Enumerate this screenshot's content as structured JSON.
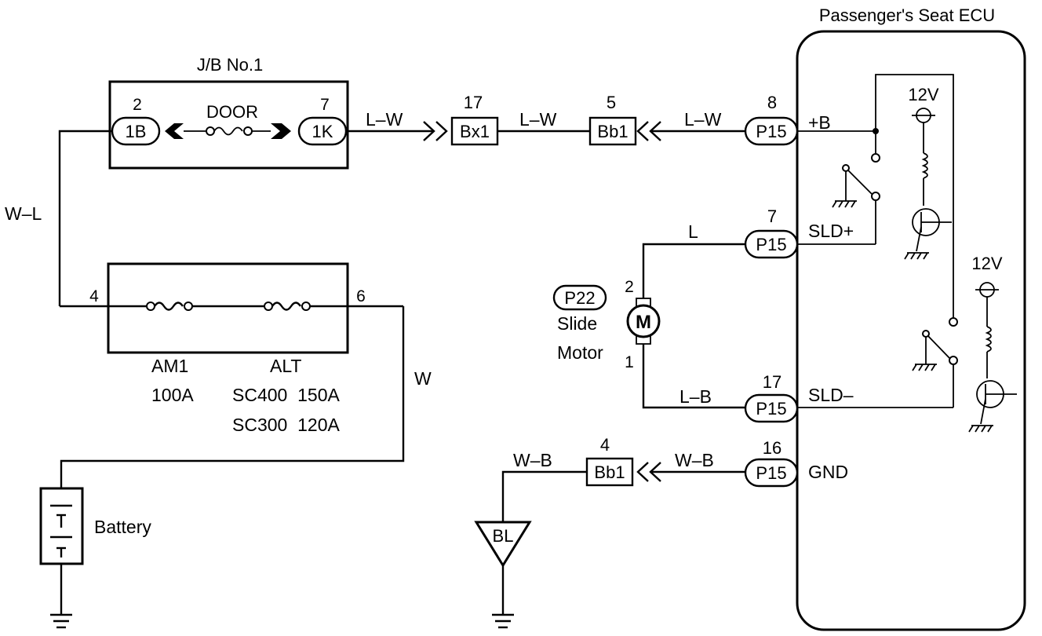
{
  "ecu": {
    "title": "Passenger's Seat ECU",
    "terminals": {
      "plus_b": "+B",
      "sld_plus": "SLD+",
      "sld_minus": "SLD–",
      "gnd": "GND"
    },
    "supply_upper": "12V",
    "supply_lower": "12V"
  },
  "junction_block": {
    "title": "J/B No.1",
    "left_pin": "2",
    "left_connector": "1B",
    "fuse_label": "DOOR",
    "right_pin": "7",
    "right_connector": "1K"
  },
  "fuse_block": {
    "left_pin": "4",
    "right_pin": "6",
    "am1_name": "AM1",
    "am1_rating": "100A",
    "alt_name": "ALT",
    "alt_sc400": "SC400  150A",
    "alt_sc300": "SC300  120A"
  },
  "connectors": {
    "bx1": {
      "pin": "17",
      "name": "Bx1"
    },
    "bb1_upper": {
      "pin": "5",
      "name": "Bb1"
    },
    "p15_plus_b": {
      "pin": "8",
      "name": "P15"
    },
    "p15_sld_plus": {
      "pin": "7",
      "name": "P15"
    },
    "p15_sld_minus": {
      "pin": "17",
      "name": "P15"
    },
    "p15_gnd": {
      "pin": "16",
      "name": "P15"
    },
    "bb1_lower": {
      "pin": "4",
      "name": "Bb1"
    }
  },
  "wires": {
    "jb_to_bx1": "L–W",
    "bx1_to_bb1": "L–W",
    "bb1_to_p15": "L–W",
    "battery_feed": "W–L",
    "alt_to_battery": "W",
    "sld_plus_wire": "L",
    "sld_minus_wire": "L–B",
    "gnd_wire_ecu": "W–B",
    "gnd_wire_ground": "W–B"
  },
  "motor": {
    "connector": "P22",
    "name_line1": "Slide",
    "name_line2": "Motor",
    "symbol": "M",
    "pin_top": "2",
    "pin_bottom": "1"
  },
  "battery": {
    "label": "Battery"
  },
  "ground_point": {
    "label": "BL"
  }
}
